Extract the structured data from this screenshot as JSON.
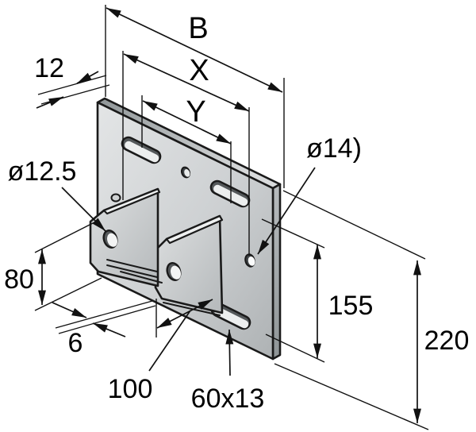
{
  "drawing": {
    "kind": "isometric dimensioned technical drawing",
    "part": "mounting plate with two channel bracket flanges, slotted holes and round holes",
    "labels": {
      "overall_width": "B",
      "hole_span_x": "X",
      "hole_span_y": "Y",
      "plate_thickness": "12",
      "flange_hole_diameter": "ø12.5",
      "plate_hole_diameter": "ø14)",
      "flange_height": "80",
      "flange_thickness": "6",
      "flange_spacing": "100",
      "slot_size": "60x13",
      "slot_vertical_spacing": "155",
      "overall_height": "220"
    },
    "colors": {
      "background": "#ffffff",
      "line": "#1a1a1a",
      "plate_face_light": "#e0e2e3",
      "plate_face_dark": "#b2b6b8",
      "edge_band_dark": "#989ea0",
      "edge_band_light": "#dcdedf",
      "slot_shadow": "#54585a",
      "slot_highlight": "#eceeee"
    }
  }
}
